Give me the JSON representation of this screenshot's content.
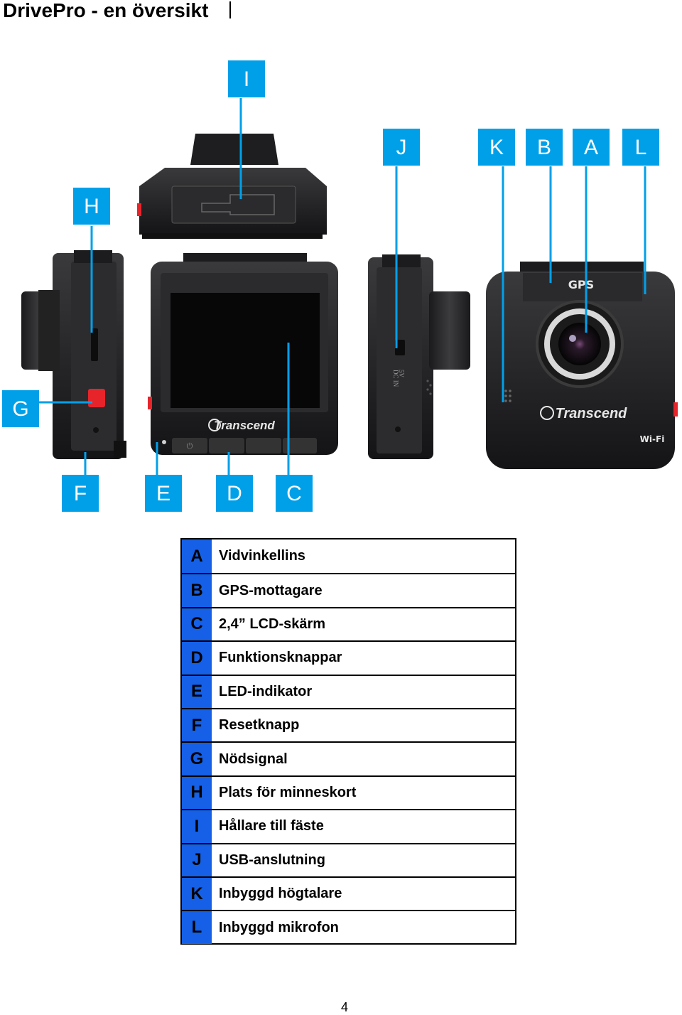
{
  "page": {
    "title": "DrivePro - en översikt",
    "page_number": "4"
  },
  "labels": {
    "A": "A",
    "B": "B",
    "C": "C",
    "D": "D",
    "E": "E",
    "F": "F",
    "G": "G",
    "H": "H",
    "I": "I",
    "J": "J",
    "K": "K",
    "L": "L"
  },
  "device": {
    "brand": "Transcend",
    "gps_mark": "GPS",
    "wifi_mark": "Wi-Fi",
    "port_mark_1": "5V",
    "port_mark_2": "DC IN"
  },
  "legend": [
    {
      "key": "A",
      "text": "Vidvinkellins"
    },
    {
      "key": "B",
      "text": "GPS-mottagare"
    },
    {
      "key": "C",
      "text": "2,4” LCD-skärm"
    },
    {
      "key": "D",
      "text": "Funktionsknappar"
    },
    {
      "key": "E",
      "text": "LED-indikator"
    },
    {
      "key": "F",
      "text": "Resetknapp"
    },
    {
      "key": "G",
      "text": "Nödsignal"
    },
    {
      "key": "H",
      "text": "Plats för minneskort"
    },
    {
      "key": "I",
      "text": "Hållare till fäste"
    },
    {
      "key": "J",
      "text": "USB-anslutning"
    },
    {
      "key": "K",
      "text": "Inbyggd högtalare"
    },
    {
      "key": "L",
      "text": "Inbyggd mikrofon"
    }
  ],
  "colors": {
    "label_bg": "#00a0e9",
    "legend_key_bg": "#1560e6",
    "emergency_button": "#e8242b"
  }
}
